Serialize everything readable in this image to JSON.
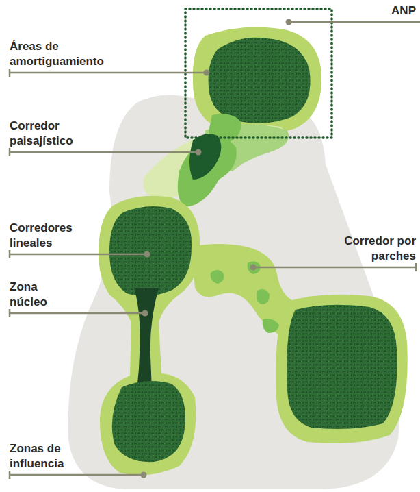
{
  "diagram": {
    "labels": [
      "ANP",
      "Áreas de amortiguamiento",
      "Corredor paisajístico",
      "Corredores lineales",
      "Zona núcleo",
      "Corredor por parches",
      "Zonas de influencia"
    ]
  }
}
